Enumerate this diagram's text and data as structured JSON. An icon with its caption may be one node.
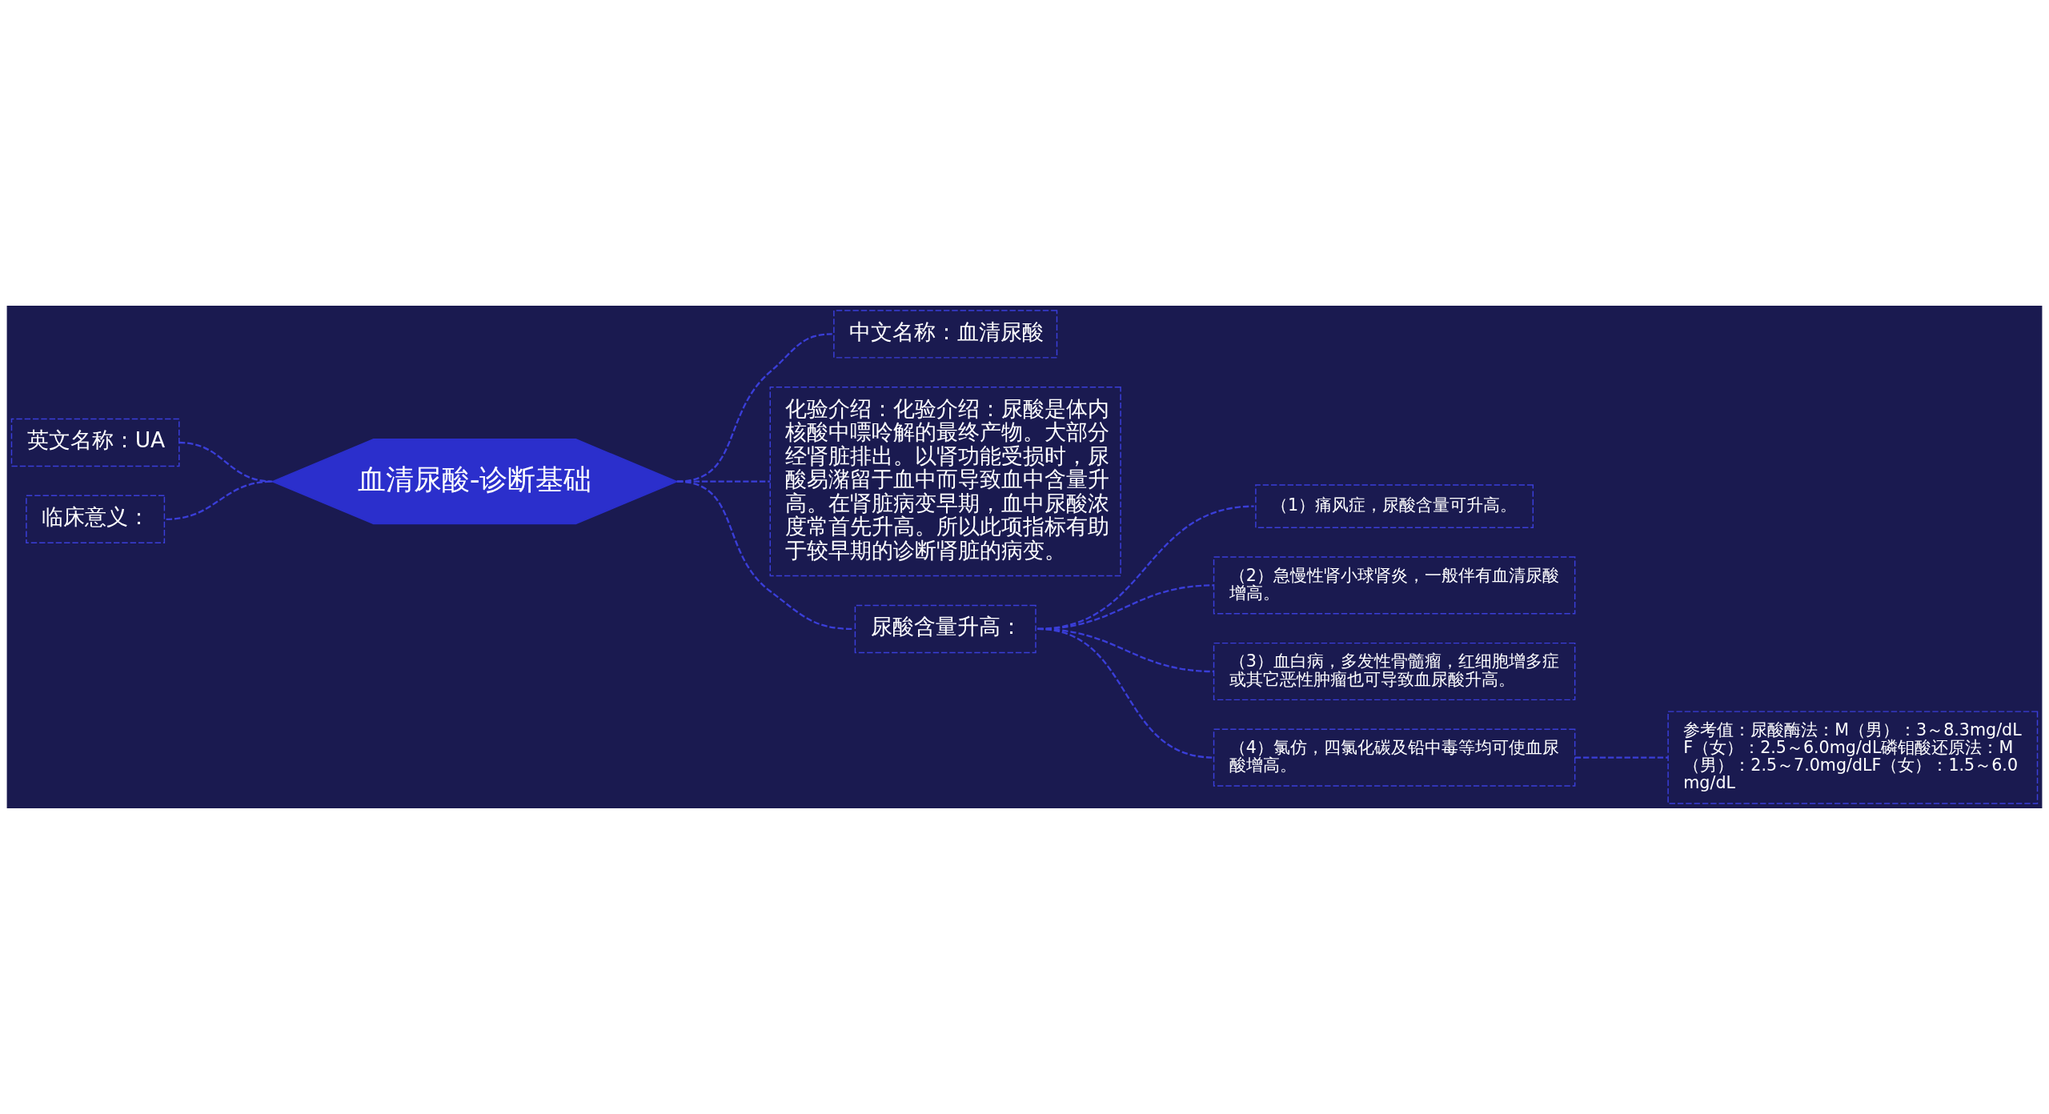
{
  "diagram": {
    "nodes": [
      {
        "text": [
          "血清尿酸-诊断基础"
        ]
      },
      {
        "text": [
          "英文名称：UA"
        ]
      },
      {
        "text": [
          "临床意义："
        ]
      },
      {
        "text": [
          "中文名称：血清尿酸"
        ]
      },
      {
        "text": [
          "化验介绍：化验介绍：尿酸是体内核酸中嘌呤解的最终产物。大部分经肾脏排出。以肾功能受损时，尿酸易潴留于血中而导致血中含量升高。在肾脏病变早期，血中尿酸浓度常首先升高。所以此项指标有助于较早期的诊断肾脏的病变。"
        ]
      },
      {
        "text": [
          "尿酸含量升高："
        ]
      },
      {
        "text": [
          "（1）痛风症，尿酸含量可升高。"
        ]
      },
      {
        "text": [
          "（2）急慢性肾小球肾炎，一般伴有血清尿酸增高。"
        ]
      },
      {
        "text": [
          "（3）血白病，多发性骨髓瘤，红细胞增多症或其它恶性肿瘤也可导致血尿酸升高。"
        ]
      },
      {
        "text": [
          "（4）氯仿，四氯化碳及铅中毒等均可使血尿酸增高。"
        ]
      },
      {
        "text": [
          "参考值：尿酸酶法：M（男）：3～8.3mg/dLF（女）：2.5～6.0mg/dL磷钼酸还原法：M（男）：2.5～7.0mg/dLF（女）：1.5～6.0mg/dL"
        ]
      }
    ],
    "edges": [
      {
        "from": 0,
        "to": 1,
        "arrow": "none",
        "style": "dashed"
      },
      {
        "from": 0,
        "to": 2,
        "arrow": "none",
        "style": "dashed"
      },
      {
        "from": 0,
        "to": 3,
        "arrow": "none",
        "style": "dashed"
      },
      {
        "from": 0,
        "to": 4,
        "arrow": "none",
        "style": "dashed"
      },
      {
        "from": 0,
        "to": 5,
        "arrow": "none",
        "style": "dashed"
      },
      {
        "from": 5,
        "to": 6,
        "arrow": "none",
        "style": "dashed"
      },
      {
        "from": 5,
        "to": 7,
        "arrow": "none",
        "style": "dashed"
      },
      {
        "from": 5,
        "to": 8,
        "arrow": "none",
        "style": "dashed"
      },
      {
        "from": 5,
        "to": 9,
        "arrow": "none",
        "style": "dashed"
      },
      {
        "from": 9,
        "to": 10,
        "arrow": "none",
        "style": "dashed"
      }
    ]
  }
}
